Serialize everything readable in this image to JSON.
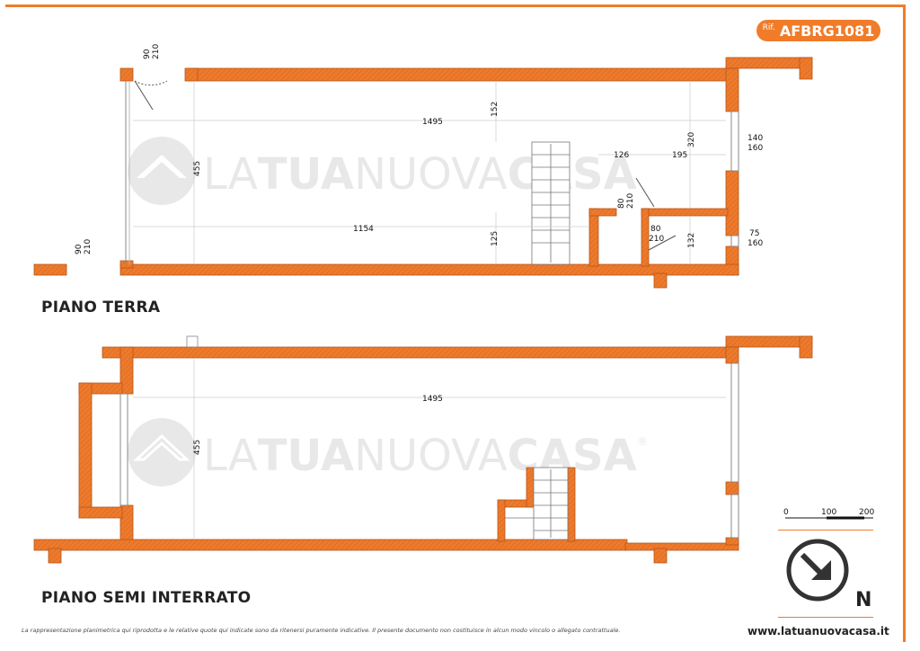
{
  "header": {
    "ref_prefix": "Rif.",
    "ref_code": "AFBRG1081"
  },
  "watermark": {
    "part1": "LA",
    "part2": "TUA",
    "part3": "NUOVA",
    "part4": "CASA",
    "registered": "®"
  },
  "floors": {
    "ground": {
      "label": "PIANO TERRA",
      "dims": {
        "length_top": "1495",
        "length_mid": "1154",
        "width": "455",
        "d152": "152",
        "d125": "125",
        "d126": "126",
        "d195": "195",
        "d320": "320",
        "d132": "132",
        "door_top_w": "90",
        "door_top_h": "210",
        "door_left_w": "90",
        "door_left_h": "210",
        "door_bath1_w": "80",
        "door_bath1_h": "210",
        "door_bath2_w": "80",
        "door_bath2_h": "210",
        "win1_w": "140",
        "win1_h": "160",
        "win2_w": "75",
        "win2_h": "160"
      }
    },
    "basement": {
      "label": "PIANO SEMI INTERRATO",
      "dims": {
        "length": "1495",
        "width": "455"
      }
    }
  },
  "scale": {
    "t0": "0",
    "t1": "100",
    "t2": "200"
  },
  "compass": {
    "label": "N"
  },
  "footer": {
    "disclaimer": "La rappresentazione planimetrica qui riprodotta e le relative quote qui indicate sono da ritenersi puramente indicative. Il presente documento non costituisce in alcun modo vincolo o allegato contrattuale.",
    "website": "www.latuanuovacasa.it"
  },
  "colors": {
    "accent": "#f07c2a",
    "wall": "#ee7a2c",
    "dark": "#333333"
  }
}
